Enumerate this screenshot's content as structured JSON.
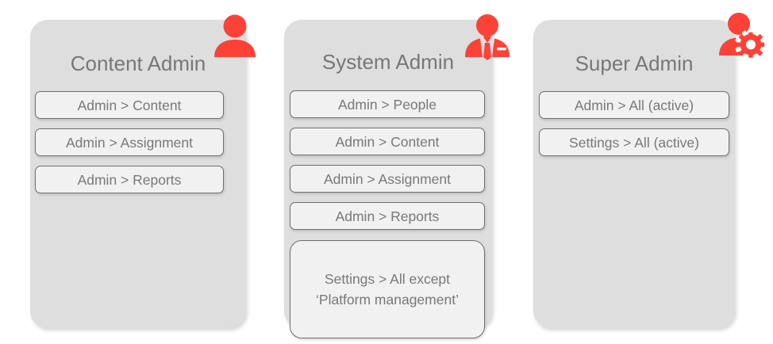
{
  "diagram": {
    "type": "role-permission-cards",
    "accent_color": "#fc4237",
    "card_background": "#dedede",
    "chip_background": "#f1f1f1",
    "chip_border": "#6f6f6f",
    "text_color": "#777777",
    "cards": [
      {
        "id": "content-admin",
        "title": "Content Admin",
        "icon": "person-icon",
        "permissions": [
          {
            "label": "Admin > Content",
            "size": "normal"
          },
          {
            "label": "Admin > Assignment",
            "size": "normal"
          },
          {
            "label": "Admin > Reports",
            "size": "normal"
          }
        ]
      },
      {
        "id": "system-admin",
        "title": "System Admin",
        "icon": "person-tie-icon",
        "permissions": [
          {
            "label": "Admin > People",
            "size": "normal"
          },
          {
            "label": "Admin > Content",
            "size": "normal"
          },
          {
            "label": "Admin > Assignment",
            "size": "normal"
          },
          {
            "label": "Admin > Reports",
            "size": "normal"
          },
          {
            "label": "Settings > All except\n‘Platform management’",
            "size": "big"
          }
        ]
      },
      {
        "id": "super-admin",
        "title": "Super Admin",
        "icon": "person-gear-icon",
        "permissions": [
          {
            "label": "Admin > All (active)",
            "size": "normal"
          },
          {
            "label": "Settings > All (active)",
            "size": "normal"
          }
        ]
      }
    ]
  }
}
